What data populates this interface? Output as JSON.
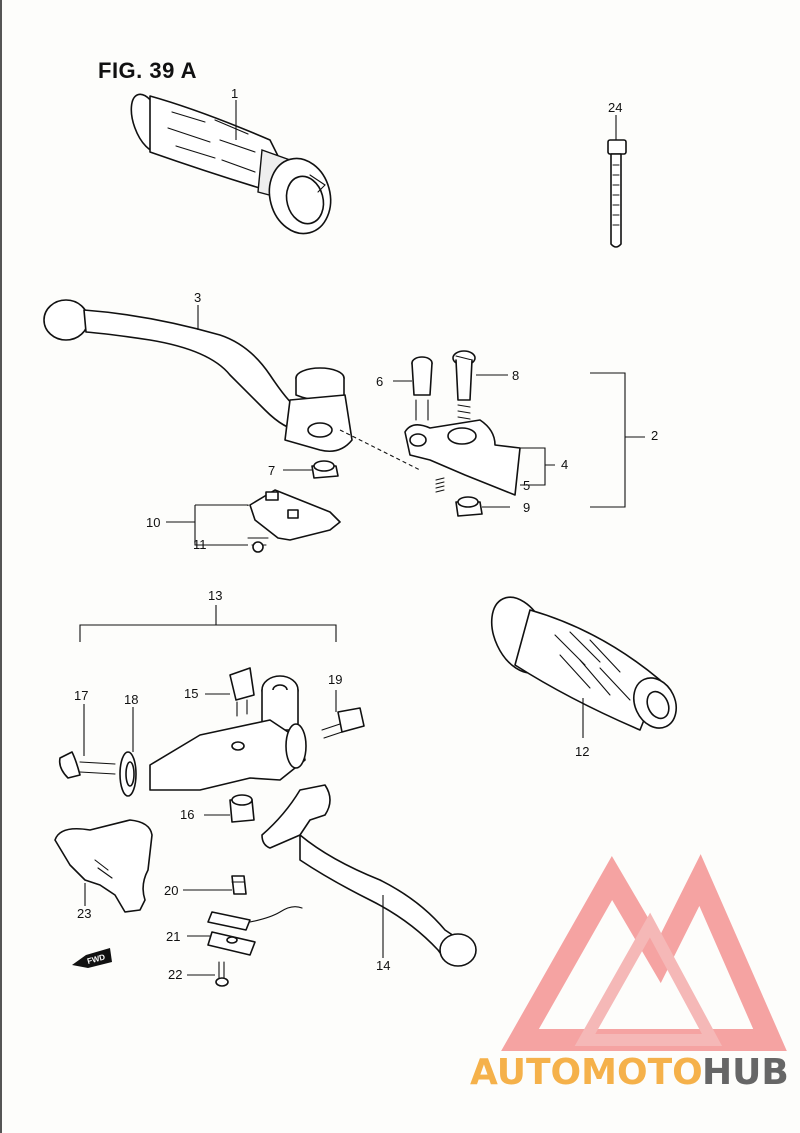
{
  "figure": {
    "title": "FIG. 39 A"
  },
  "parts": [
    {
      "id": "1",
      "label": "1"
    },
    {
      "id": "2",
      "label": "2"
    },
    {
      "id": "3",
      "label": "3"
    },
    {
      "id": "4",
      "label": "4"
    },
    {
      "id": "5",
      "label": "5"
    },
    {
      "id": "6",
      "label": "6"
    },
    {
      "id": "7",
      "label": "7"
    },
    {
      "id": "8",
      "label": "8"
    },
    {
      "id": "9",
      "label": "9"
    },
    {
      "id": "10",
      "label": "10"
    },
    {
      "id": "11",
      "label": "11"
    },
    {
      "id": "12",
      "label": "12"
    },
    {
      "id": "13",
      "label": "13"
    },
    {
      "id": "14",
      "label": "14"
    },
    {
      "id": "15",
      "label": "15"
    },
    {
      "id": "16",
      "label": "16"
    },
    {
      "id": "17",
      "label": "17"
    },
    {
      "id": "18",
      "label": "18"
    },
    {
      "id": "19",
      "label": "19"
    },
    {
      "id": "20",
      "label": "20"
    },
    {
      "id": "21",
      "label": "21"
    },
    {
      "id": "22",
      "label": "22"
    },
    {
      "id": "23",
      "label": "23"
    },
    {
      "id": "24",
      "label": "24"
    }
  ],
  "fwd_mark": "FWD",
  "watermark": {
    "part1": "AUTOMOTO",
    "part2": "HUB",
    "color1": "#f5a623",
    "color2": "#e85a4f",
    "color3": "#555555"
  }
}
